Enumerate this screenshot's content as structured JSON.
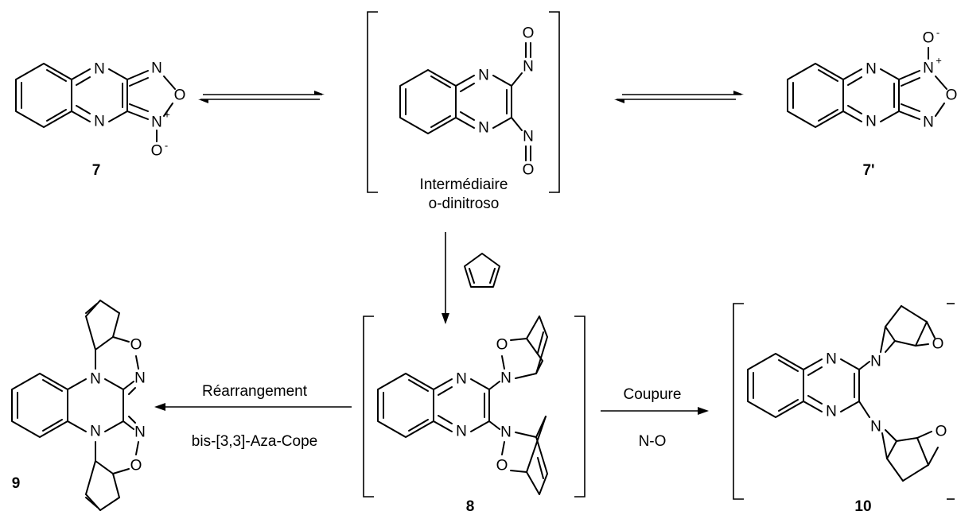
{
  "compounds": {
    "c7": "7",
    "c7p": "7'",
    "c8": "8",
    "c9": "9",
    "c10": "10"
  },
  "intermediate": {
    "line1": "Intermédiaire",
    "line2": "o-dinitroso"
  },
  "reactions": {
    "rearrangement_top": "Réarrangement",
    "rearrangement_bottom": "bis-[3,3]-Aza-Cope",
    "cleavage_top": "Coupure",
    "cleavage_bottom": "N-O"
  },
  "atoms": {
    "N": "N",
    "O": "O",
    "plus": "+",
    "minus": "-"
  }
}
